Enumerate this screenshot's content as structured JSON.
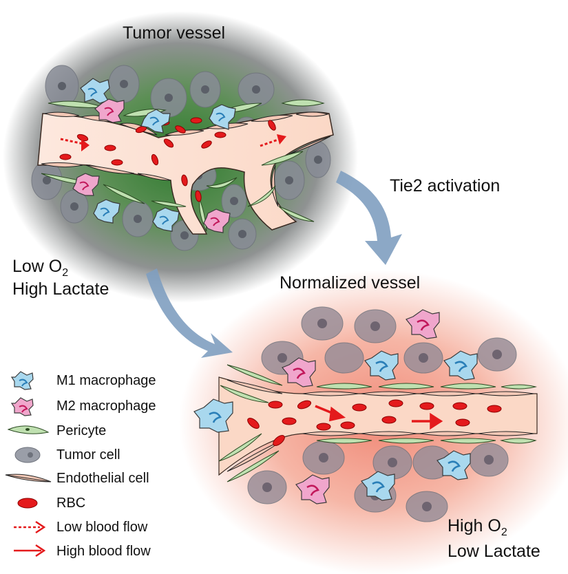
{
  "titles": {
    "tumor_vessel": "Tumor vessel",
    "normalized_vessel": "Normalized vessel",
    "tie2": "Tie2 activation"
  },
  "conditions": {
    "low_o2": "Low O",
    "low_o2_sub": "2",
    "high_lactate": "High Lactate",
    "high_o2": "High O",
    "high_o2_sub": "2",
    "low_lactate": "Low Lactate"
  },
  "legend": [
    {
      "icon": "m1-macrophage-icon",
      "label": "M1 macrophage"
    },
    {
      "icon": "m2-macrophage-icon",
      "label": "M2 macrophage"
    },
    {
      "icon": "pericyte-icon",
      "label": "Pericyte"
    },
    {
      "icon": "tumor-cell-icon",
      "label": "Tumor cell"
    },
    {
      "icon": "endothelial-cell-icon",
      "label": "Endothelial cell"
    },
    {
      "icon": "rbc-icon",
      "label": "RBC"
    },
    {
      "icon": "low-flow-arrow-icon",
      "label": "Low blood flow"
    },
    {
      "icon": "high-flow-arrow-icon",
      "label": "High blood flow"
    }
  ],
  "colors": {
    "m1": "#a9d8ee",
    "m2": "#f0a6cc",
    "pericyte": "#bfe0b0",
    "tumor_cell": "#8a8f9a",
    "endothelial": "#f6cdbb",
    "rbc": "#e41a1c",
    "arrow_blue": "#7f9fc0"
  }
}
